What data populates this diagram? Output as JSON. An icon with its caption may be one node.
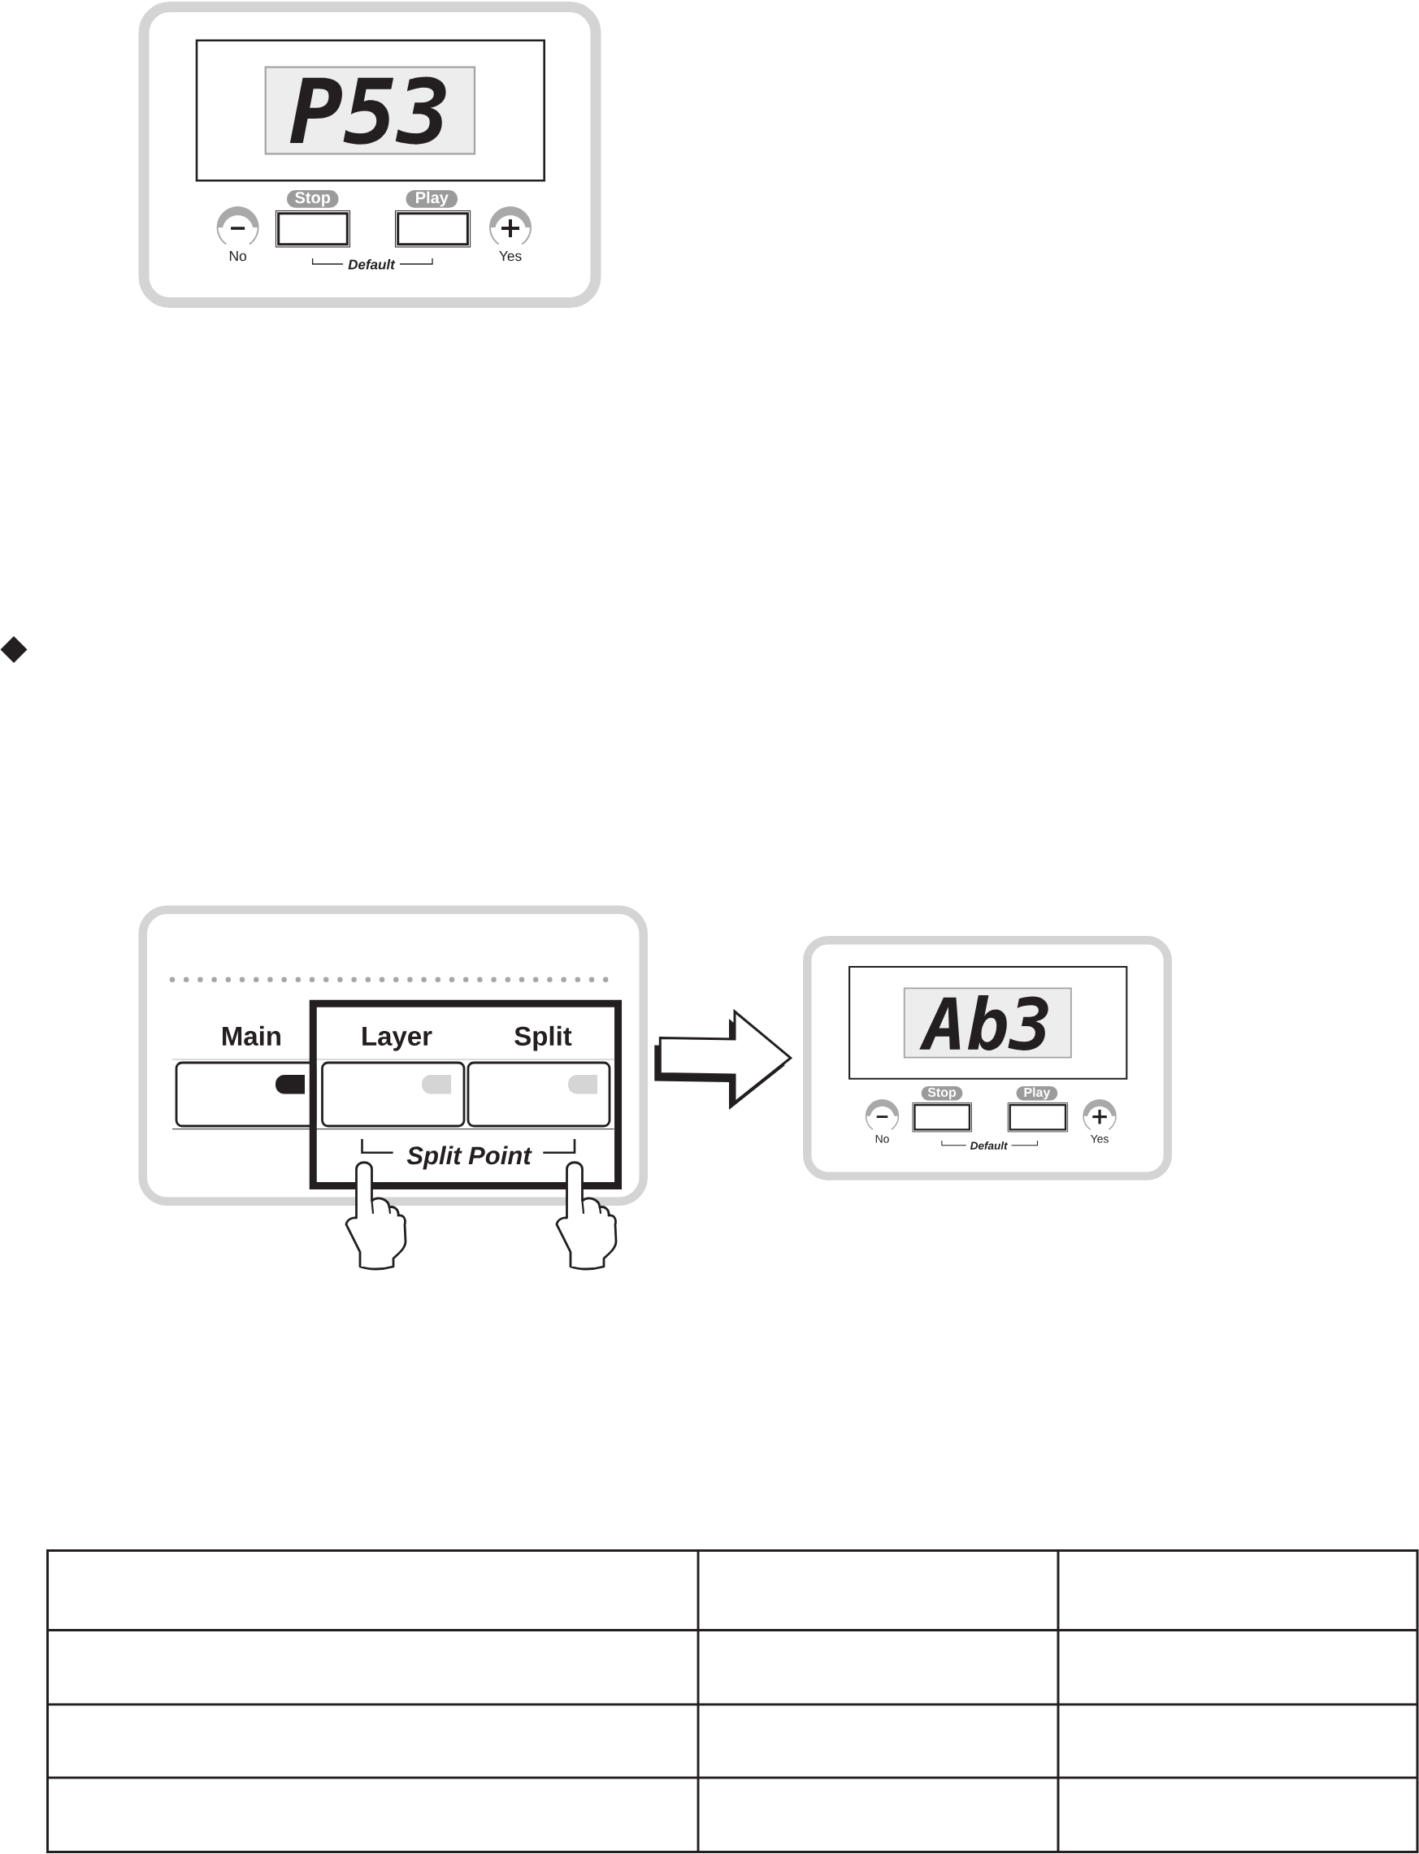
{
  "diagram": {
    "nodes": [
      {
        "text": [
          "No",
          "Default",
          "Yes"
        ]
      },
      {
        "text": [
          "P53"
        ],
        "in": 0
      },
      {
        "text": [
          "Stop"
        ],
        "in": 0
      },
      {
        "text": [
          "Play"
        ],
        "in": 0
      },
      {
        "text": [
          "Main"
        ]
      },
      {
        "text": [
          "Layer",
          "Split",
          "Split Point"
        ],
        "in": 4
      },
      {
        "text": [
          "No",
          "Default",
          "Yes"
        ]
      },
      {
        "text": [
          "Ab3"
        ],
        "in": 6
      },
      {
        "text": [
          "Stop"
        ],
        "in": 6
      },
      {
        "text": [
          "Play"
        ],
        "in": 6
      }
    ],
    "edges": [
      {
        "from": 4,
        "to": 6,
        "arrow": "to"
      }
    ]
  }
}
